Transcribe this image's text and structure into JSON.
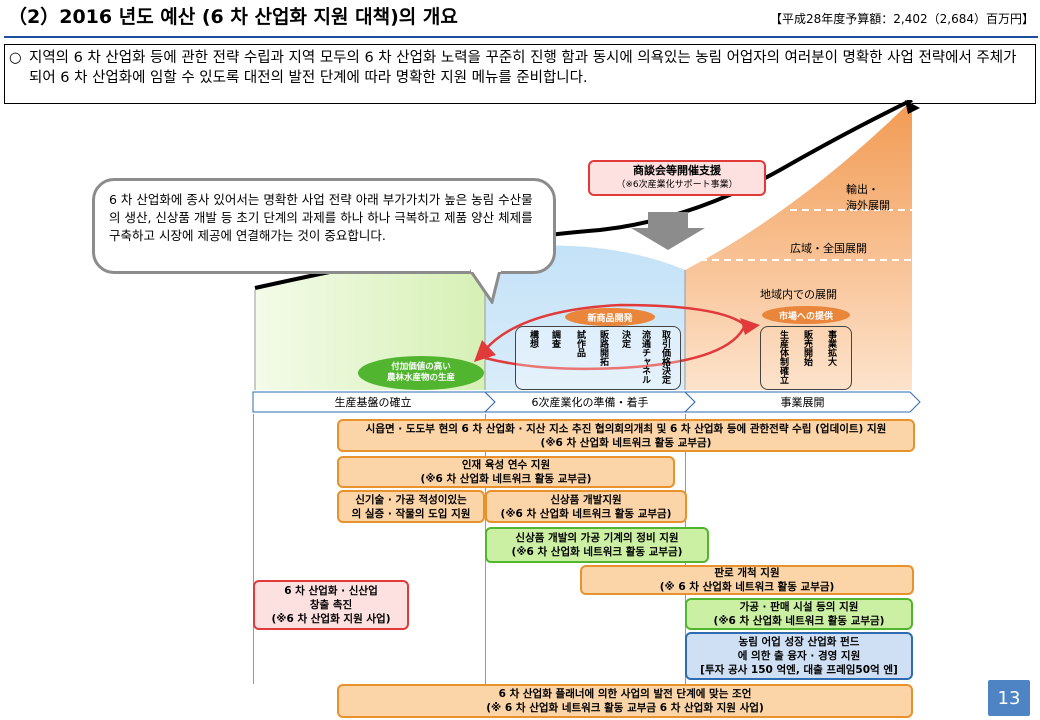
{
  "header": {
    "title": "（2）2016 년도 예산 (6 차 산업화 지원 대책)의 개요",
    "budget": "【平成28年度予算額：2,402（2,684）百万円】"
  },
  "intro": {
    "bullet": "○",
    "text": "지역의 6 차 산업화 등에 관한 전략 수립과 지역 모두의 6 차 산업화 노력을 꾸준히 진행 함과 동시에 의욕있는 농림 어업자의 여러분이 명확한 사업 전략에서 주체가되어 6 차 산업화에 임할 수 있도록 대전의 발전 단계에 따라 명확한 지원 메뉴를 준비합니다."
  },
  "bubble": {
    "text": "6 차 산업화에 종사 있어서는 명확한 사업 전략 아래 부가가치가 높은 농림 수산물의 생산, 신상품 개발 등 초기 단계의 과제를 하나 하나 극복하고 제품 양산 체제를 구축하고 시장에 제공에 연결해가는 것이 중요합니다."
  },
  "chart": {
    "top_support_title": "商談会等開催支援",
    "top_support_sub": "（※6次産業化サポート事業）",
    "export": "輸出・\n海外展開",
    "nationwide": "広域・全国展開",
    "regional": "地域内での展開",
    "market": "市場への提供",
    "new_product": "新商品開発",
    "green_oval": "付加価値の高い\n農林水産物の生産",
    "steps_mid": [
      "構想",
      "調査",
      "試作品",
      "販路開拓",
      "決定",
      "流通チャネル",
      "取引価格決定"
    ],
    "steps_right": [
      "生産体制確立",
      "販売開始",
      "事業拡大"
    ]
  },
  "phases": [
    "生産基盤の確立",
    "6次産業化の準備・着手",
    "事業展開"
  ],
  "supports": [
    {
      "line1": "시읍면 · 도도부 현의 6 차 산업화 · 지산 지소 추진 협의회의개최 및 6 차 산업화 등에 관한전략 수립 (업데이트) 지원",
      "line2": "(※6 차 산업화 네트워크 활동 교부금)"
    },
    {
      "line1": "인재 육성 연수 지원",
      "line2": "(※6 차 산업화 네트워크 활동 교부금)"
    },
    {
      "line1": "신기술 · 가공 적성이있는",
      "line2": "의 실증 · 작물의 도입 지원"
    },
    {
      "line1": "신상품 개발지원",
      "line2": "(※6 차 산업화 네트워크 활동 교부금)"
    },
    {
      "line1": "신상품 개발의 가공 기계의 정비 지원",
      "line2": "(※6 차 산업화 네트워크 활동 교부금)"
    },
    {
      "line1": "판로 개척 지원",
      "line2": "(※ 6 차 산업화 네트워크 활동 교부금)"
    },
    {
      "line1": "6 차 산업화 · 신산업",
      "line2": "창출 촉진",
      "line3": "(※6 차 산업화 지원 사업)"
    },
    {
      "line1": "가공 · 판매 시설 등의 지원",
      "line2": "(※6 차 산업화 네트워크 활동 교부금)"
    },
    {
      "line1": "농림 어업 성장 산업화 펀드",
      "line2": "에 의한 출 융자 · 경영 지원",
      "line3": "[투자 공사 150 억엔, 대출 프레임50억 엔]"
    },
    {
      "line1": "6 차 산업화 플래너에 의한 사업의 발전 단계에 맞는 조언",
      "line2": "(※ 6 차 산업화 네트워크 활동 교부금 6 차 산업화 지원 사업)"
    }
  ],
  "page_number": "13",
  "colors": {
    "orange": "#e8922e",
    "green": "#52b52f",
    "red": "#e03a3a",
    "blue": "#2e6bb0",
    "accent": "#1f4e9c"
  }
}
